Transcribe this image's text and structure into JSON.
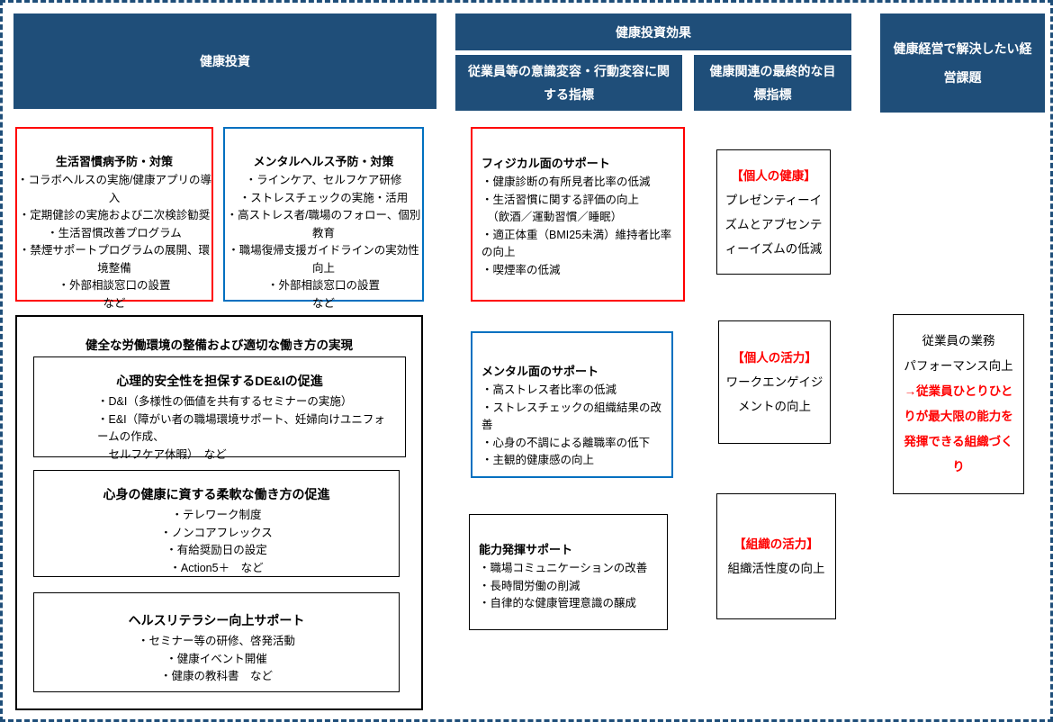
{
  "colors": {
    "navy_header": "#1F4E79",
    "red_accent": "#FF0000",
    "blue_accent": "#0070C0",
    "black": "#000000",
    "page_border": "#1F4E79"
  },
  "headers": {
    "investment": "健康投資",
    "effect": "健康投資効果",
    "behavior": "従業員等の意識変容・行動変容に関する指標",
    "final": "健康関連の最終的な目標指標",
    "issues": "健康経営で解決したい経営課題"
  },
  "investment_boxes": {
    "lifestyle": {
      "title": "生活習慣病予防・対策",
      "items": [
        "・コラボヘルスの実施/健康アプリの導入",
        "・定期健診の実施および二次検診勧奨",
        "・生活習慣改善プログラム",
        "・禁煙サポートプログラムの展開、環境整備",
        "・外部相談窓口の設置",
        "など"
      ]
    },
    "mentalhealth": {
      "title": "メンタルヘルス予防・対策",
      "items": [
        "・ラインケア、セルフケア研修",
        "・ストレスチェックの実施・活用",
        "・高ストレス者/職場のフォロー、個別教育",
        "・職場復帰支援ガイドラインの実効性向上",
        "・外部相談窓口の設置",
        "など"
      ]
    },
    "environment": {
      "title": "健全な労働環境の整備および適切な働き方の実現",
      "dei": {
        "title": "心理的安全性を担保するDE&Iの促進",
        "items": [
          "・D&I（多様性の価値を共有するセミナーの実施）",
          "・E&I（障がい者の職場環境サポート、妊婦向けユニフォームの作成、",
          "　セルフケア休暇）　など"
        ]
      },
      "flexible": {
        "title": "心身の健康に資する柔軟な働き方の促進",
        "items": [
          "・テレワーク制度",
          "・ノンコアフレックス",
          "・有給奨励日の設定",
          "・Action5＋　など"
        ]
      },
      "literacy": {
        "title": "ヘルスリテラシー向上サポート",
        "items": [
          "・セミナー等の研修、啓発活動",
          "・健康イベント開催",
          "・健康の教科書　など"
        ]
      }
    }
  },
  "effect_boxes": {
    "physical": {
      "title": "フィジカル面のサポート",
      "items": [
        "・健康診断の有所見者比率の低減",
        "・生活習慣に関する評価の向上",
        "　（飲酒／運動習慣／睡眠）",
        "・適正体重（BMI25未満）維持者比率の向上",
        "・喫煙率の低減"
      ]
    },
    "mental": {
      "title": "メンタル面のサポート",
      "items": [
        "・高ストレス者比率の低減",
        "・ストレスチェックの組織結果の改善",
        "・心身の不調による離職率の低下",
        "・主観的健康感の向上"
      ]
    },
    "capability": {
      "title": "能力発揮サポート",
      "items": [
        "・職場コミュニケーションの改善",
        "・長時間労働の削減",
        "・自律的な健康管理意識の醸成"
      ]
    }
  },
  "goal_boxes": {
    "personal_health": {
      "tag": "【個人の健康】",
      "body": "プレゼンティーイズムとアブセンティーイズムの低減"
    },
    "personal_vitality": {
      "tag": "【個人の活力】",
      "body": "ワークエンゲイジメントの向上"
    },
    "org_vitality": {
      "tag": "【組織の活力】",
      "body": "組織活性度の向上"
    }
  },
  "issue_box": {
    "black_lines": [
      "従業員の業務",
      "パフォーマンス向上"
    ],
    "red_body": "→従業員ひとりひとりが最大限の能力を発揮できる組織づくり"
  }
}
